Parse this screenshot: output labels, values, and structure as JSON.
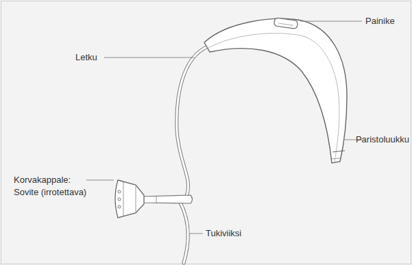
{
  "diagram": {
    "labels": [
      "Letku",
      "Painike",
      "Paristoluukku",
      "Korvakappale: Sovite (irrotettava)",
      "Tukiviiksi"
    ]
  }
}
